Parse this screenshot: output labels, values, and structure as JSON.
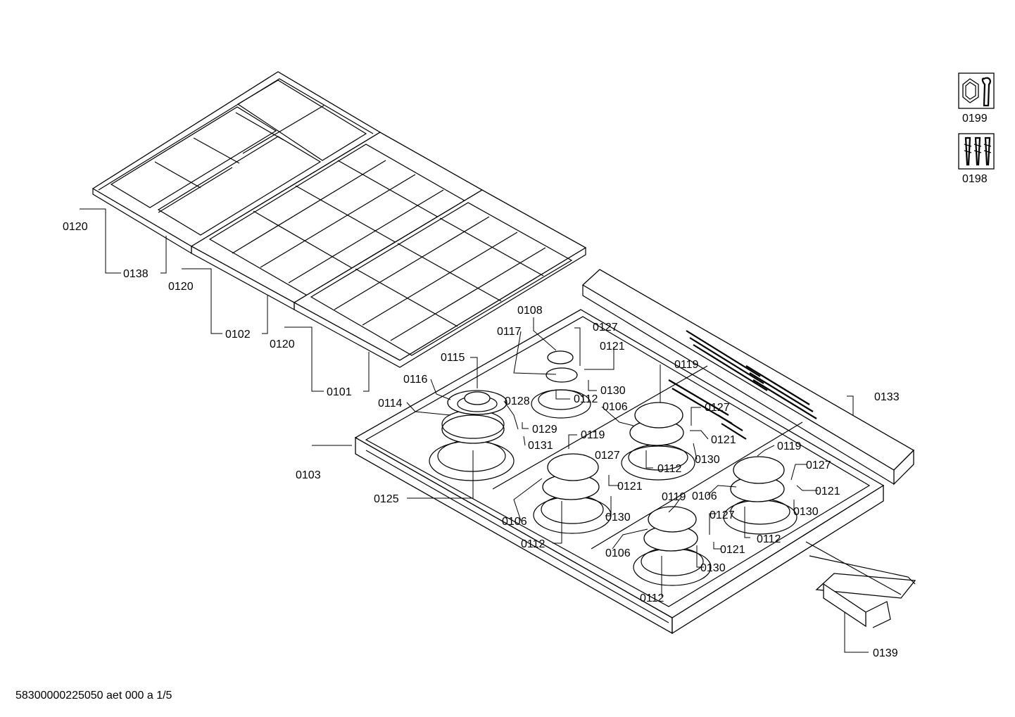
{
  "footer": {
    "doc_id": "58300000225050 aet 000 a 1/5"
  },
  "tools": [
    {
      "label": "0199",
      "icon": "wrench-nut-icon"
    },
    {
      "label": "0198",
      "icon": "screws-icon"
    }
  ],
  "callouts": [
    "0120",
    "0138",
    "0120",
    "0102",
    "0120",
    "0101",
    "0108",
    "0127",
    "0117",
    "0121",
    "0115",
    "0119",
    "0116",
    "0130",
    "0114",
    "0128",
    "0112",
    "0106",
    "0127",
    "0129",
    "0131",
    "0119",
    "0121",
    "0133",
    "0130",
    "0112",
    "0127",
    "0119",
    "0103",
    "0121",
    "0127",
    "0106",
    "0119",
    "0121",
    "0125",
    "0106",
    "0130",
    "0130",
    "0127",
    "0112",
    "0112",
    "0121",
    "0106",
    "0130",
    "0112",
    "0139"
  ]
}
